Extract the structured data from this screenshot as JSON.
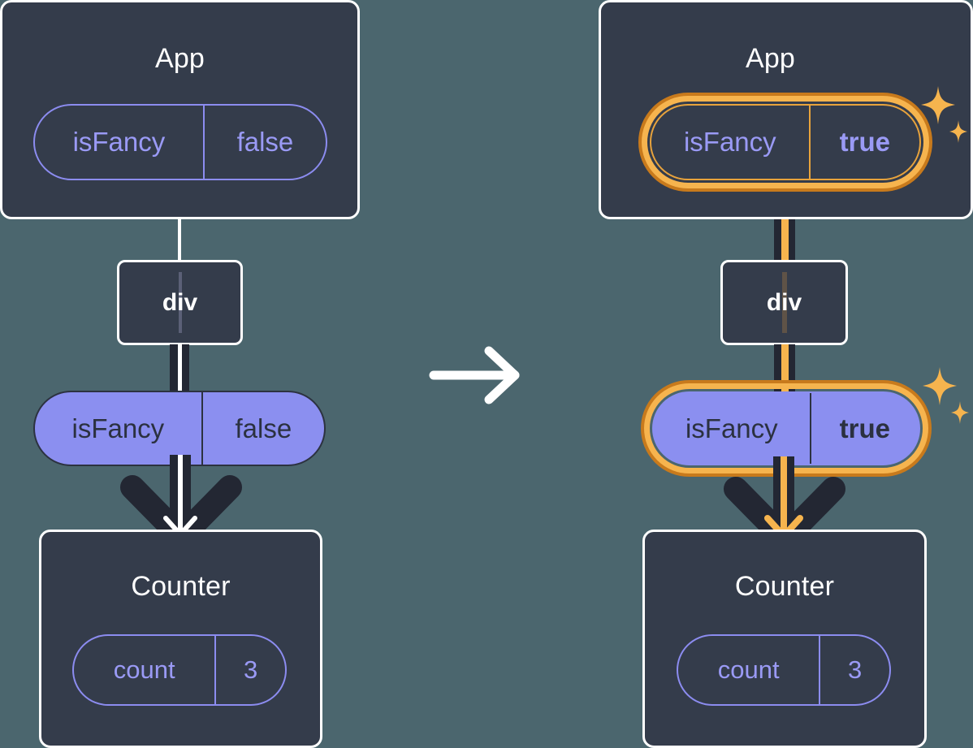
{
  "canvas": {
    "background": "#4b666e",
    "box_fill": "#343c4b",
    "box_border": "#ffffff",
    "pill_purple_outline": "#8c8cf0",
    "pill_purple_fill": "#8b8ff0",
    "highlight_outer": "#c87a1c",
    "highlight_inner": "#f6b44e",
    "dark_line": "#232733",
    "text_dark": "#2b3140"
  },
  "left": {
    "app": {
      "title": "App",
      "state_pill": {
        "label": "isFancy",
        "value": "false"
      }
    },
    "div": {
      "label": "div"
    },
    "prop_pill": {
      "label": "isFancy",
      "value": "false"
    },
    "counter": {
      "title": "Counter",
      "state_pill": {
        "label": "count",
        "value": "3"
      }
    }
  },
  "transition": {
    "icon": "arrow-right-icon"
  },
  "right": {
    "app": {
      "title": "App",
      "state_pill": {
        "label": "isFancy",
        "value": "true",
        "highlighted": true
      },
      "sparkle": "sparkles-icon"
    },
    "div": {
      "label": "div"
    },
    "prop_pill": {
      "label": "isFancy",
      "value": "true",
      "highlighted": true
    },
    "sparkle": "sparkles-icon",
    "counter": {
      "title": "Counter",
      "state_pill": {
        "label": "count",
        "value": "3"
      }
    }
  }
}
